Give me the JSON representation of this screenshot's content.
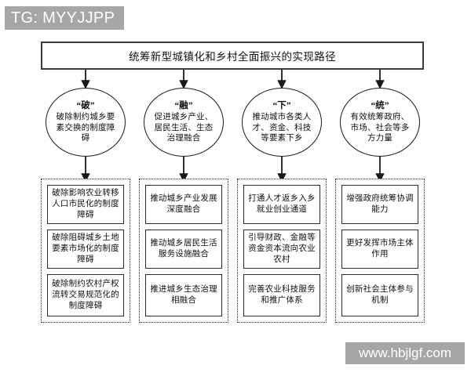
{
  "overlay": {
    "tg_tag": "TG: MYYJJPP",
    "watermark": "www.hbjlgf.com",
    "tag_bg_color": "#a6a6a6",
    "tag_text_color": "#ffffff"
  },
  "diagram": {
    "root": {
      "title": "统筹新型城镇化和乡村全面振兴的实现路径"
    },
    "branches": [
      {
        "key": "“破”",
        "summary": "破除制约城乡要素交换的制度障碍",
        "items": [
          "破除影响农业转移人口市民化的制度障碍",
          "破除阻碍城乡土地要素市场化的制度障碍",
          "破除制约农村产权流转交易规范化的制度障碍"
        ]
      },
      {
        "key": "“融”",
        "summary": "促进城乡产业、居民生活、生态治理融合",
        "items": [
          "推动城乡产业发展深度融合",
          "推动城乡居民生活服务设施融合",
          "推进城乡生态治理相融合"
        ]
      },
      {
        "key": "“下”",
        "summary": "推动城市各类人才、资金、科技等要素下乡",
        "items": [
          "打通人才返乡入乡就业创业通道",
          "引导财政、金融等资金资本流向农业农村",
          "完善农业科技服务和推广体系"
        ]
      },
      {
        "key": "“统”",
        "summary": "有效统筹政府、市场、社会等多方力量",
        "items": [
          "增强政府统筹协调能力",
          "更好发挥市场主体作用",
          "创新社会主体参与机制"
        ]
      }
    ],
    "style": {
      "line_color": "#1a1a1a",
      "box_border_color": "#2b2b2b",
      "title_border_color": "#3a3a3a",
      "background": "#ffffff"
    }
  }
}
